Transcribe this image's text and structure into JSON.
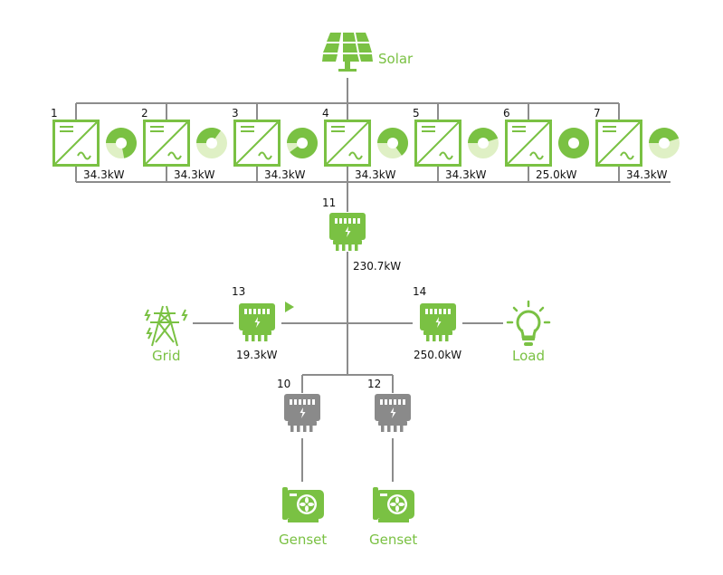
{
  "solar": {
    "label": "Solar"
  },
  "inverters": [
    {
      "id": "1",
      "power": "34.3kW",
      "level": 0.72
    },
    {
      "id": "2",
      "power": "34.3kW",
      "level": 0.35
    },
    {
      "id": "3",
      "power": "34.3kW",
      "level": 0.9
    },
    {
      "id": "4",
      "power": "34.3kW",
      "level": 0.65
    },
    {
      "id": "5",
      "power": "34.3kW",
      "level": 0.45
    },
    {
      "id": "6",
      "power": "25.0kW",
      "level": 1.0
    },
    {
      "id": "7",
      "power": "34.3kW",
      "level": 0.45
    }
  ],
  "meters": {
    "solar_meter": {
      "id": "11",
      "power": "230.7kW"
    },
    "grid_meter": {
      "id": "13",
      "power": "19.3kW"
    },
    "load_meter": {
      "id": "14",
      "power": "250.0kW"
    },
    "genset_meter_1": {
      "id": "10",
      "power": ""
    },
    "genset_meter_2": {
      "id": "12",
      "power": ""
    }
  },
  "grid": {
    "label": "Grid"
  },
  "load": {
    "label": "Load"
  },
  "gensets": [
    {
      "label": "Genset"
    },
    {
      "label": "Genset"
    }
  ],
  "colors": {
    "active": "#7ac143",
    "light": "#dff0c5",
    "inactive": "#8a8a8a",
    "line": "#8c8c8c"
  }
}
